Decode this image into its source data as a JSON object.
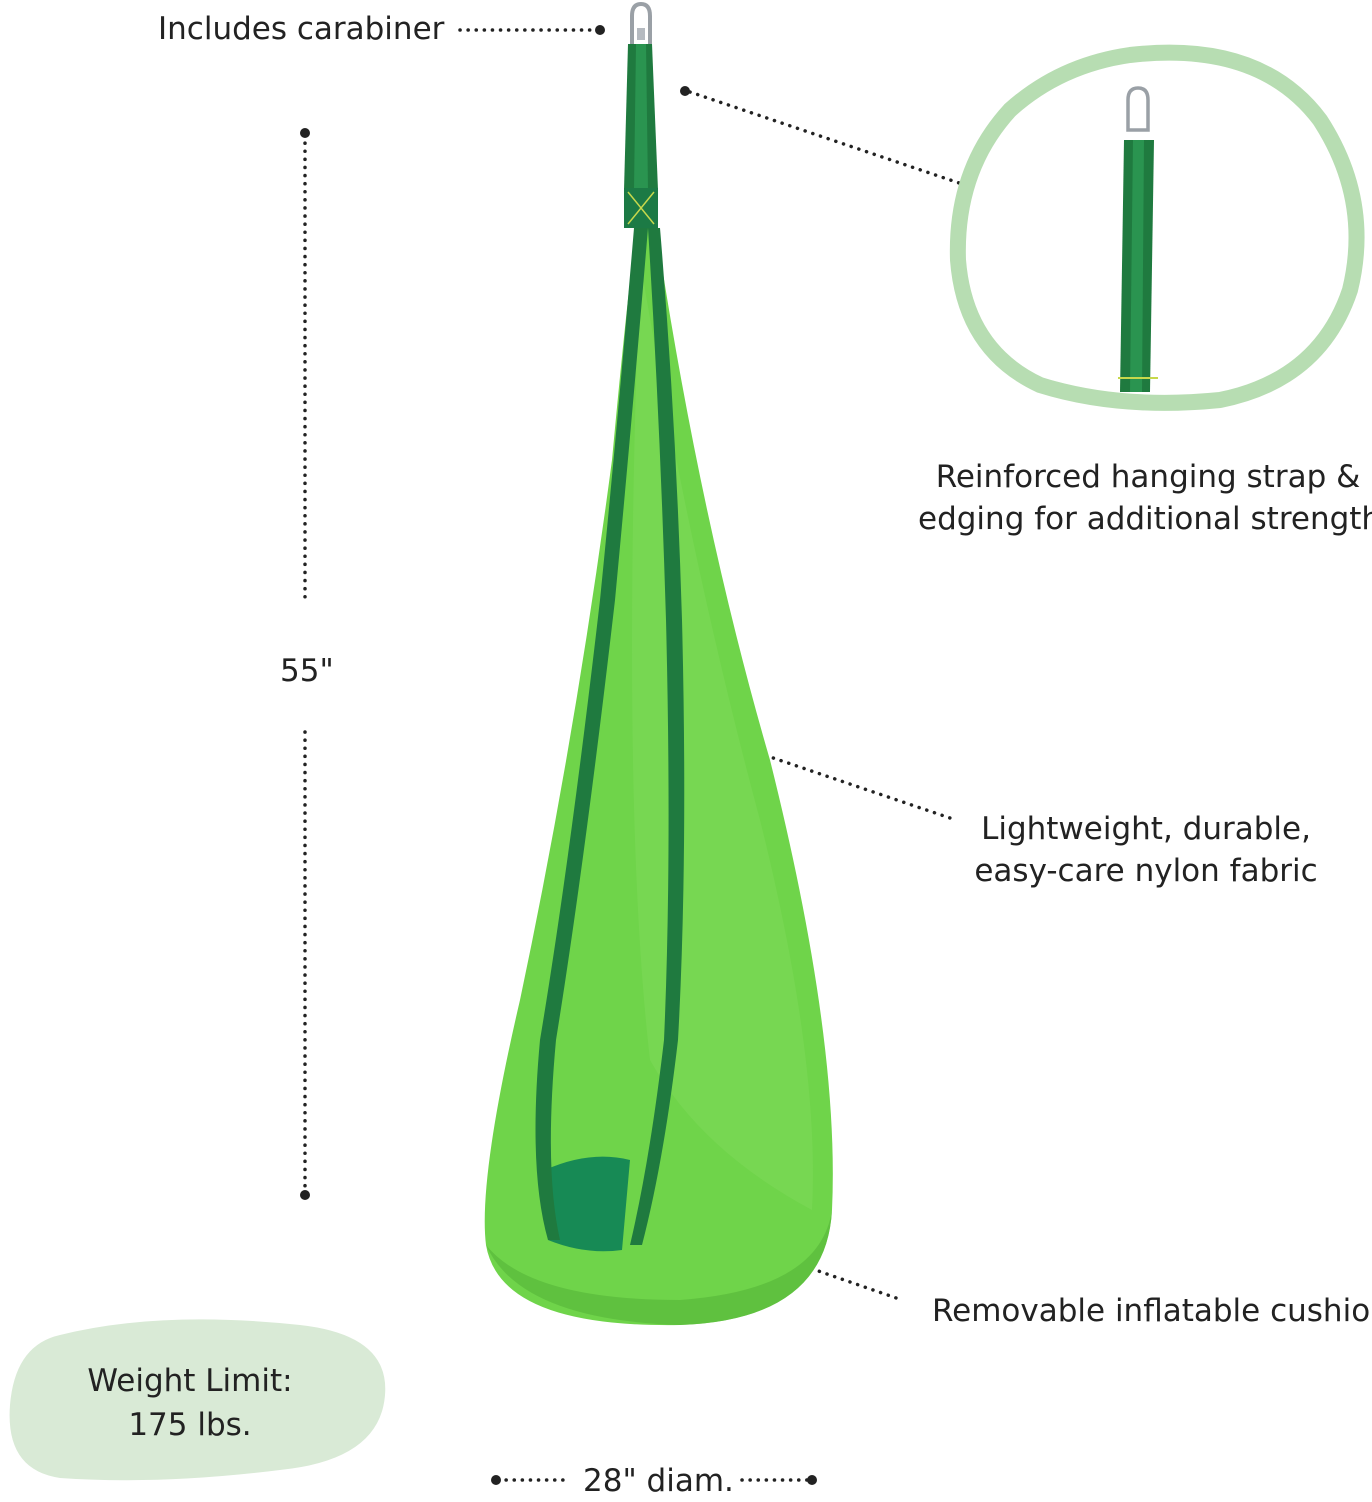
{
  "callouts": {
    "carabiner": "Includes carabiner",
    "strap_line1": "Reinforced hanging strap &",
    "strap_line2": "edging for additional strength",
    "fabric_line1": "Lightweight, durable,",
    "fabric_line2": "easy-care nylon fabric",
    "cushion": "Removable inflatable cushion"
  },
  "dimensions": {
    "height": "55\"",
    "diameter": "28\" diam."
  },
  "weight_badge": {
    "line1": "Weight Limit:",
    "line2": "175 lbs."
  },
  "colors": {
    "fabric_light": "#6fd44a",
    "fabric_edge": "#1f7a3f",
    "inset_ring": "#b7ddb2",
    "badge_bg": "#d9ead6",
    "dots": "#222222"
  },
  "icons": [
    "carabiner-icon",
    "hammock-pod-illustration",
    "strap-detail-inset"
  ]
}
